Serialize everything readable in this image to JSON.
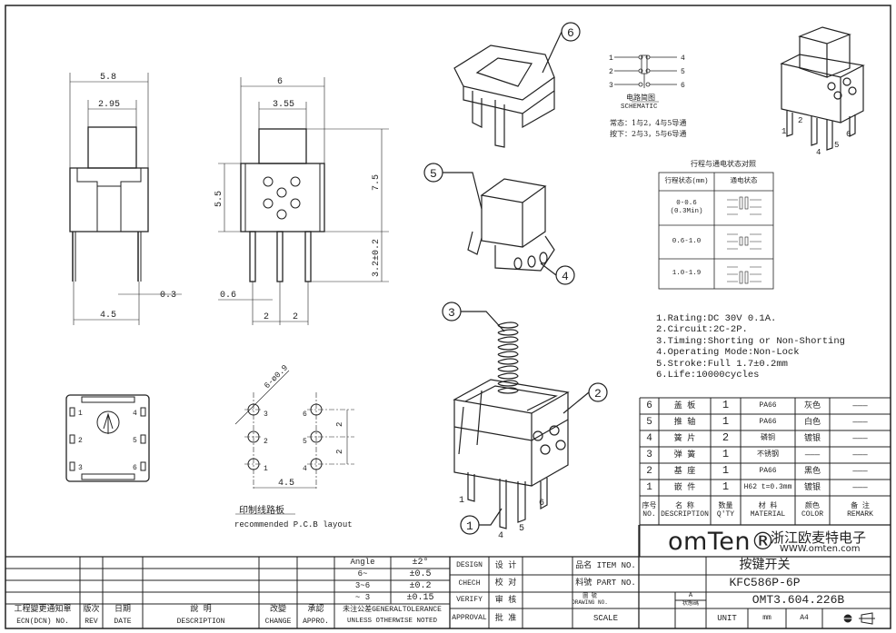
{
  "views": {
    "front": {
      "dim_width": "5.8",
      "dim_button": "2.95",
      "dim_pin": "0.3",
      "dim_pitch": "4.5"
    },
    "side": {
      "dim_width": "6",
      "dim_button": "3.55",
      "dim_body_height": "5.5",
      "dim_total_height": "7.5",
      "dim_pin_length": "3.2±0.2",
      "dim_pin": "0.6",
      "dim_pitch_a": "2",
      "dim_pitch_b": "2"
    },
    "bottom": {
      "pins_left": [
        "1",
        "2",
        "3"
      ],
      "pins_right": [
        "4",
        "5",
        "6"
      ]
    },
    "pcb": {
      "hole_spec": "6-ø0.9",
      "pins_left": [
        "3",
        "2",
        "1"
      ],
      "pins_right": [
        "6",
        "5",
        "4"
      ],
      "dim_pitch_a": "2",
      "dim_pitch_b": "2",
      "dim_span": "4.5",
      "title_cn": "印制线路板",
      "title_en": "recommended P.C.B layout"
    }
  },
  "callouts": [
    "1",
    "2",
    "3",
    "4",
    "5",
    "6"
  ],
  "iso_pin_labels": [
    "1",
    "2",
    "4",
    "5",
    "6"
  ],
  "explode_pin_labels": [
    "1",
    "4",
    "5",
    "6"
  ],
  "schematic": {
    "pins_left": [
      "1",
      "2",
      "3"
    ],
    "pins_right": [
      "4",
      "5",
      "6"
    ],
    "title_cn": "电路简图",
    "title_en": "SCHEMATIC",
    "normal": "常态：1与2，4与5导通",
    "pressed": "按下：2与3，5与6导通"
  },
  "stroke_table": {
    "title": "行程与通电状态对照",
    "headers": [
      "行程状态(mm)",
      "通电状态"
    ],
    "rows": [
      {
        "stroke": "0-0.6",
        "stroke2": "(0.3Min)"
      },
      {
        "stroke": "0.6-1.0",
        "stroke2": ""
      },
      {
        "stroke": "1.0-1.9",
        "stroke2": ""
      }
    ]
  },
  "specs": [
    "1.Rating:DC 30V 0.1A.",
    "2.Circuit:2C-2P.",
    "3.Timing:Shorting or Non-Shorting",
    "4.Operating Mode:Non-Lock",
    "5.Stroke:Full 1.7±0.2mm",
    "6.Life:10000cycles"
  ],
  "parts": {
    "rows": [
      {
        "no": "6",
        "name": "盖 板",
        "qty": "1",
        "material": "PA66",
        "color": "灰色",
        "remark": "———"
      },
      {
        "no": "5",
        "name": "推 轴",
        "qty": "1",
        "material": "PA66",
        "color": "白色",
        "remark": "———"
      },
      {
        "no": "4",
        "name": "簧 片",
        "qty": "2",
        "material": "磷铜",
        "color": "镀银",
        "remark": "———"
      },
      {
        "no": "3",
        "name": "弹 簧",
        "qty": "1",
        "material": "不锈钢",
        "color": "———",
        "remark": "———"
      },
      {
        "no": "2",
        "name": "基 座",
        "qty": "1",
        "material": "PA66",
        "color": "黑色",
        "remark": "———"
      },
      {
        "no": "1",
        "name": "嵌 件",
        "qty": "1",
        "material": "H62 t=0.3mm",
        "color": "镀银",
        "remark": "———"
      }
    ],
    "header": {
      "no": [
        "序号",
        "NO."
      ],
      "name": [
        "名  称",
        "DESCRIPTION"
      ],
      "qty": [
        "数量",
        "Q'TY"
      ],
      "material": [
        "材  料",
        "MATERIAL"
      ],
      "color": [
        "颜色",
        "COLOR"
      ],
      "remark": [
        "备  注",
        "REMARK"
      ]
    }
  },
  "company": {
    "logo": "omTen®",
    "name_cn": "浙江欧麦特电子",
    "url": "WWW.omten.com"
  },
  "revision_block": {
    "tolerances": [
      {
        "range": "Angle",
        "value": "±2°"
      },
      {
        "range": "6~",
        "value": "±0.5"
      },
      {
        "range": "3~6",
        "value": "±0.2"
      },
      {
        "range": "~ 3",
        "value": "±0.15"
      }
    ],
    "headers": [
      [
        "工程變更通知單",
        "ECN(DCN) NO."
      ],
      [
        "版次",
        "REV"
      ],
      [
        "日期",
        "DATE"
      ],
      [
        "說 明",
        "DESCRIPTION"
      ],
      [
        "改變",
        "CHANGE"
      ],
      [
        "承認",
        "APPRO."
      ],
      [
        "未注公差GENERALTOLERANCE",
        "UNLESS OTHERWISE NOTED"
      ]
    ]
  },
  "title_block": {
    "signoffs": [
      [
        "DESIGN",
        "设 计"
      ],
      [
        "CHECH",
        "校 对"
      ],
      [
        "VERIFY",
        "审 核"
      ],
      [
        "APPROVAL",
        "批 准"
      ]
    ],
    "item_label": "品名 ITEM NO.",
    "item_value": "按键开关",
    "part_label": "料號 PART NO.",
    "part_value": "KFC586P-6P",
    "drawing_label_cn": "圖 號",
    "drawing_label_en": "DRAWING NO.",
    "drawing_rev": "A",
    "drawing_rev_label": "状態碼",
    "drawing_value": "OMT3.604.226B",
    "scale_label": "SCALE",
    "unit_label": "UNIT",
    "unit_value": "mm",
    "paper": "A4"
  }
}
